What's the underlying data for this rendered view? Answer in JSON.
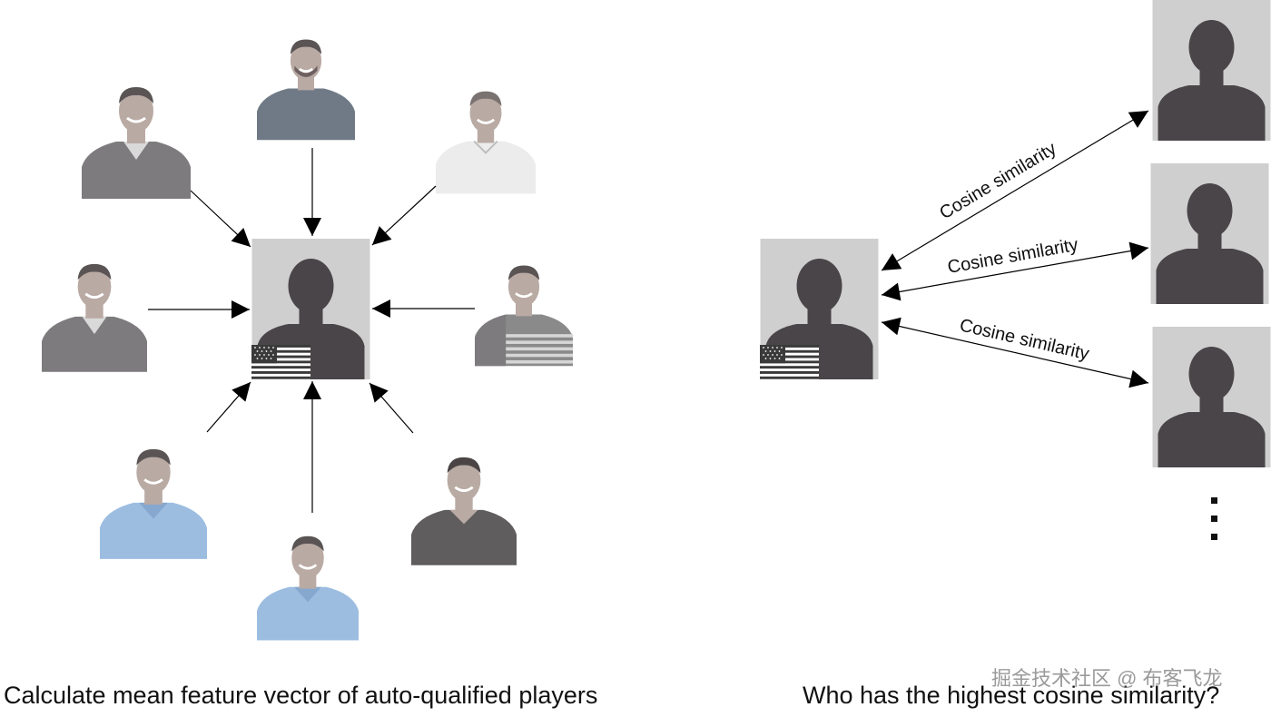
{
  "left_panel": {
    "caption": "Calculate mean feature vector of auto-qualified players"
  },
  "right_panel": {
    "caption": "Who has the highest cosine similarity?",
    "edge_labels": [
      "Cosine similarity",
      "Cosine similarity",
      "Cosine similarity"
    ],
    "continuation": "⋮"
  },
  "watermark": "掘金技术社区 @ 布客飞龙",
  "icons": {
    "flag": "us-flag-icon",
    "silhouette": "person-silhouette-icon",
    "player": "player-photo"
  },
  "colors": {
    "silhouette_bg": "#cfcfcf",
    "silhouette_fill": "#4a4548",
    "grey_shirt": "#7d7b7d",
    "blue_shirt": "#9cbde0",
    "white_shirt": "#ececec",
    "skin": "#b9aaa3",
    "hair": "#5a5455"
  }
}
